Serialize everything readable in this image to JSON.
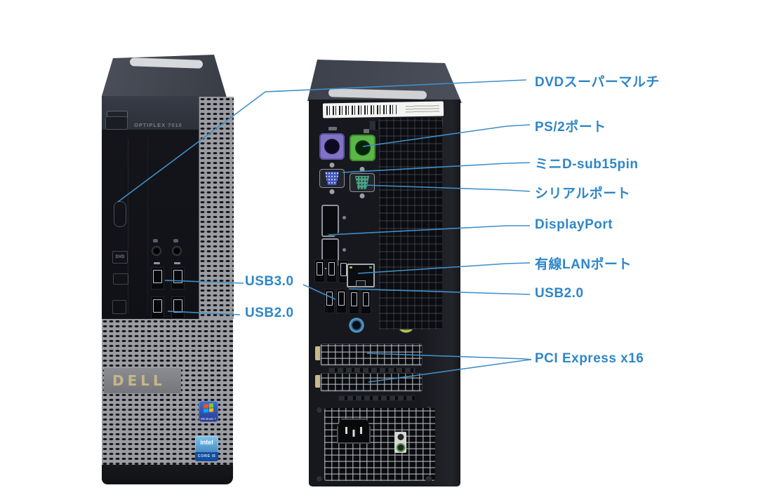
{
  "page": {
    "background": "#ffffff",
    "description_texts": {},
    "colors": {
      "label_blue": "#2e86c8",
      "leader_line_blue": "#3f8fca",
      "ps2_keyboard_purple": "#8173c4",
      "ps2_mouse_green": "#5ab648",
      "vga_blue": "#4156bd",
      "serial_teal": "#4f9f85",
      "audio_in_blue": "#5aa7d8",
      "audio_out_green": "#c3d45e",
      "dell_gold": "#c9b687"
    },
    "icons": [
      "handle-slot-icon",
      "barcode-icon",
      "ps2-keyboard-port-icon",
      "ps2-mouse-port-icon",
      "vga-port-icon",
      "serial-port-icon",
      "displayport-icon",
      "lan-port-icon",
      "usb-port-icon",
      "audio-jack-icon",
      "mic-icon",
      "headphone-icon",
      "windows-flag-icon",
      "screw-icon",
      "power-inlet-icon",
      "eject-button-icon",
      "power-button-icon"
    ]
  },
  "labels": [
    {
      "id": "dvd-super-multi",
      "text": "DVDスーパーマルチ"
    },
    {
      "id": "ps2-port",
      "text": "PS/2ポート"
    },
    {
      "id": "mini-dsub-15pin",
      "text": "ミニD-sub15pin"
    },
    {
      "id": "serial-port",
      "text": "シリアルポート"
    },
    {
      "id": "displayport",
      "text": "DisplayPort"
    },
    {
      "id": "wired-lan-port",
      "text": "有線LANポート"
    },
    {
      "id": "usb20-rear",
      "text": "USB2.0"
    },
    {
      "id": "pci-express-x16",
      "text": "PCI Express x16"
    },
    {
      "id": "usb30-front",
      "text": "USB3.0"
    },
    {
      "id": "usb20-front",
      "text": "USB2.0"
    }
  ],
  "front_tower": {
    "brand": "DELL",
    "model_text": "OPTIPLEX 7010",
    "drive_logo": "DVD",
    "stickers": {
      "windows_label": "Windows 7",
      "intel_brand": "intel",
      "intel_model": "CORE i5"
    }
  },
  "back_tower": {}
}
